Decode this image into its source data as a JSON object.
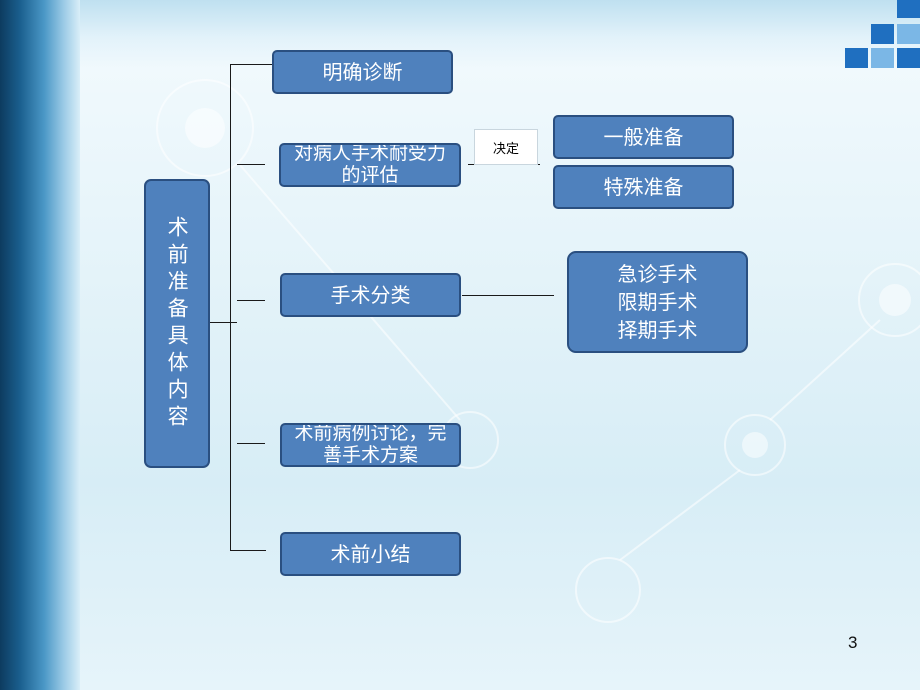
{
  "root": {
    "label": "术前准备具体内容"
  },
  "branches": [
    {
      "label": "明确诊断"
    },
    {
      "label": "对病人手术耐受力的评估"
    },
    {
      "label": "手术分类"
    },
    {
      "label": "术前病例讨论，完善手术方案"
    },
    {
      "label": "术前小结"
    }
  ],
  "decision_label": "决定",
  "preparation": [
    {
      "label": "一般准备"
    },
    {
      "label": "特殊准备"
    }
  ],
  "surgery_types": [
    "急诊手术",
    "限期手术",
    "择期手术"
  ],
  "page_number": "3",
  "colors": {
    "node_fill": "#4f81bd",
    "node_border": "#2a4f80",
    "accent_square": "#1f6fc0"
  }
}
